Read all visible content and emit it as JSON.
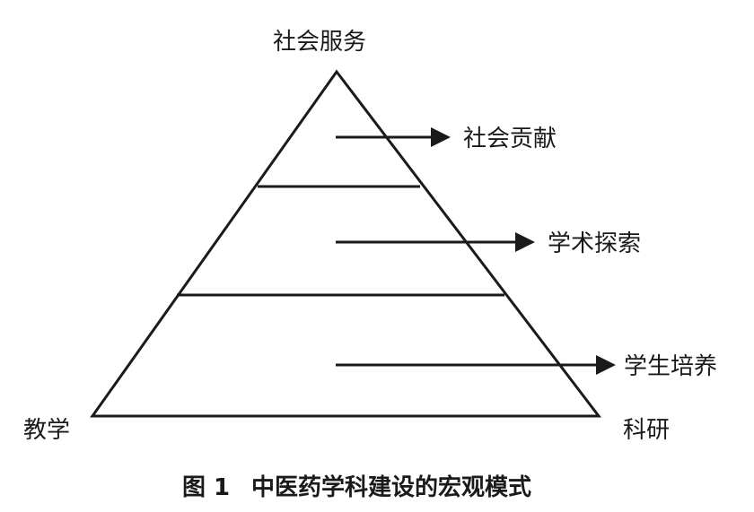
{
  "diagram": {
    "apex_label": "社会服务",
    "bottom_left_label": "教学",
    "bottom_right_label": "科研",
    "layers": [
      {
        "label": "社会贡献"
      },
      {
        "label": "学术探索"
      },
      {
        "label": "学生培养"
      }
    ],
    "figure_number": "图 1",
    "figure_title": "中医药学科建设的宏观模式"
  }
}
